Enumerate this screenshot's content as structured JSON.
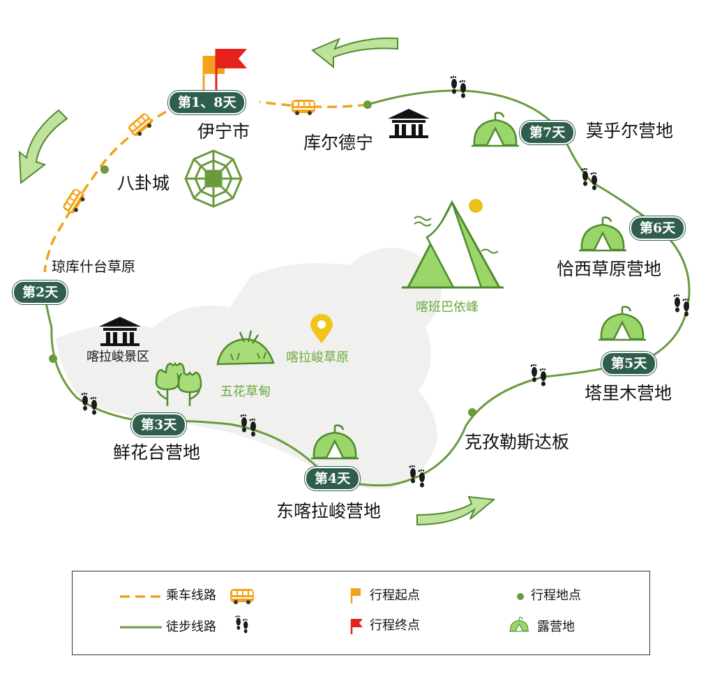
{
  "places": {
    "yining": "伊宁市",
    "kuerdening": "库尔德宁",
    "baguacheng": "八卦城",
    "qiongkushitai": "琼库什台草原",
    "kalajunjingqu": "喀拉峻景区",
    "kalajuncaoyuan": "喀拉峻草原",
    "wuhuacaodian": "五花草甸",
    "xianhuatai": "鲜花台营地",
    "dongkalajun": "东喀拉峻营地",
    "kezilesidaban": "克孜勒斯达板",
    "talimu": "塔里木营地",
    "qiaxi": "恰西草原营地",
    "mohuer": "莫乎尔营地",
    "kabanbayifeng": "喀班巴依峰"
  },
  "days": {
    "d18": "第1、8天",
    "d2": "第2天",
    "d3": "第3天",
    "d4": "第4天",
    "d5": "第5天",
    "d6": "第6天",
    "d7": "第7天"
  },
  "legend": {
    "bus_route": "乘车线路",
    "hike_route": "徒步线路",
    "start": "行程起点",
    "end": "行程终点",
    "point": "行程地点",
    "camp": "露营地"
  },
  "colors": {
    "hike": "#6a9a3c",
    "bus": "#f0a21c",
    "badge": "#2f5f4c",
    "accent_green": "#8fcf5a",
    "flag_orange": "#f4a21a",
    "flag_red": "#e5231c"
  },
  "icons": [
    "flag-icon",
    "bus-icon",
    "footprints-icon",
    "tent-icon",
    "pagoda-icon",
    "bagua-icon",
    "mountain-icon",
    "map-pin-icon",
    "flowers-icon",
    "grass-icon",
    "direction-arrow-icon"
  ]
}
